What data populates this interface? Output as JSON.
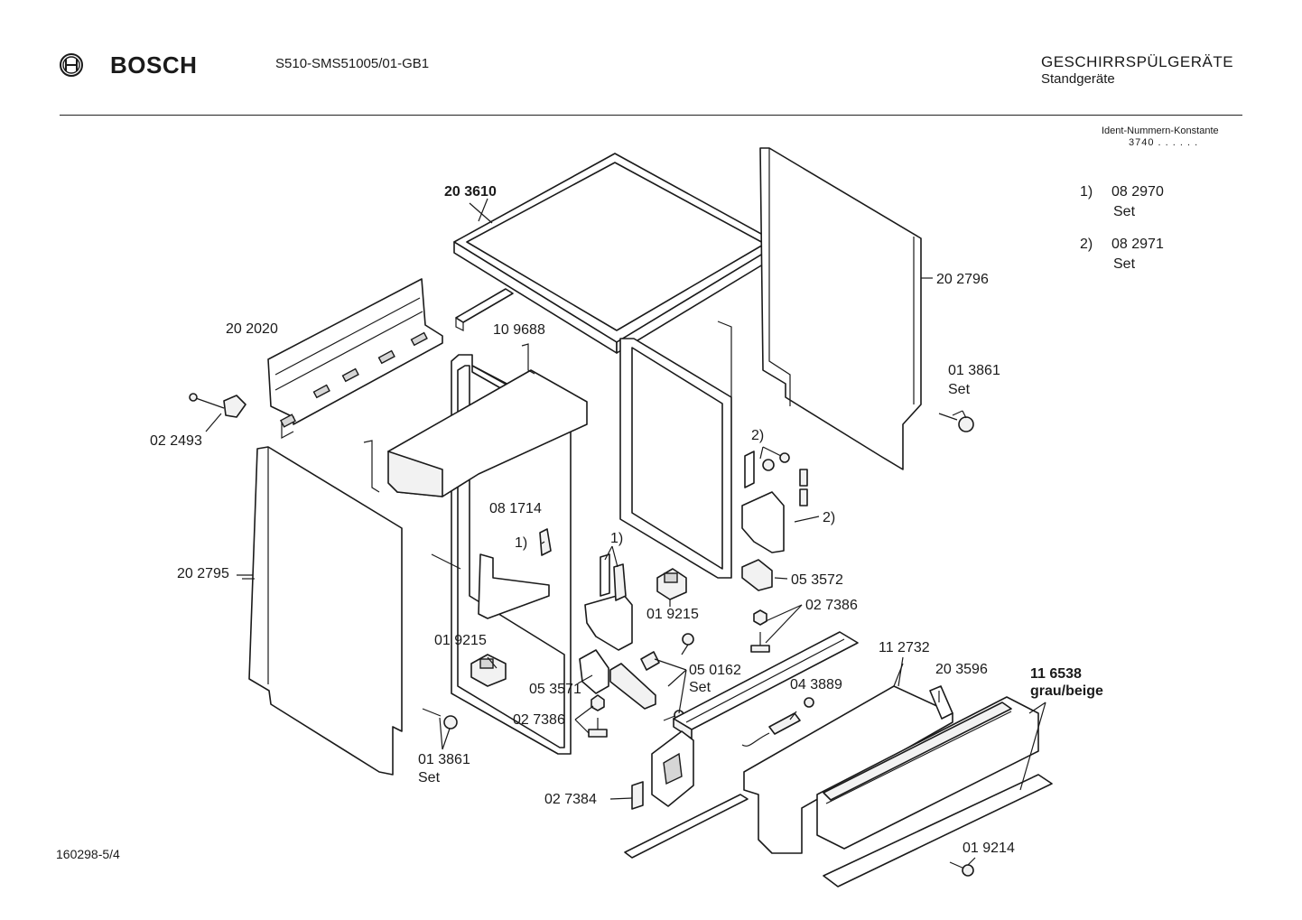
{
  "header": {
    "brand": "BOSCH",
    "model": "S510-SMS51005/01-GB1",
    "category": "GESCHIRRSPÜLGERÄTE",
    "subcategory": "Standgeräte",
    "ident_title": "Ident-Nummern-Konstante",
    "ident_value": "3740 . .  . . . ."
  },
  "notes": [
    {
      "num": "1)",
      "code": "08 2970",
      "set": "Set"
    },
    {
      "num": "2)",
      "code": "08 2971",
      "set": "Set"
    }
  ],
  "labels": {
    "top_cover": "20 3610",
    "rail": "10 9688",
    "side_right": "20 2796",
    "back_bracket": "20 2020",
    "screw_left": "02 2493",
    "side_left": "20 2795",
    "plug_right": "01 3861",
    "plug_right_set": "Set",
    "bracket_2": "2)",
    "bracket_2b": "2)",
    "hinge_1714": "08 1714",
    "hinge_1a": "1)",
    "hinge_1b": "1)",
    "clip_3572": "05 3572",
    "foot_7386_r": "02 7386",
    "foot_9215_r": "01 9215",
    "foot_9215_l": "01 9215",
    "latch_3571": "05 3571",
    "kit_0162": "05 0162",
    "kit_0162_set": "Set",
    "foot_7386_l": "02 7386",
    "plug_left": "01 3861",
    "plug_left_set": "Set",
    "base_2732": "11 2732",
    "sensor_3889": "04 3889",
    "plinth_3596": "20 3596",
    "panel_6538": "11 6538",
    "panel_color": "grau/beige",
    "bracket_7384": "02 7384",
    "screw_9214": "01 9214"
  },
  "footer": {
    "doc_number": "160298-5/4"
  }
}
